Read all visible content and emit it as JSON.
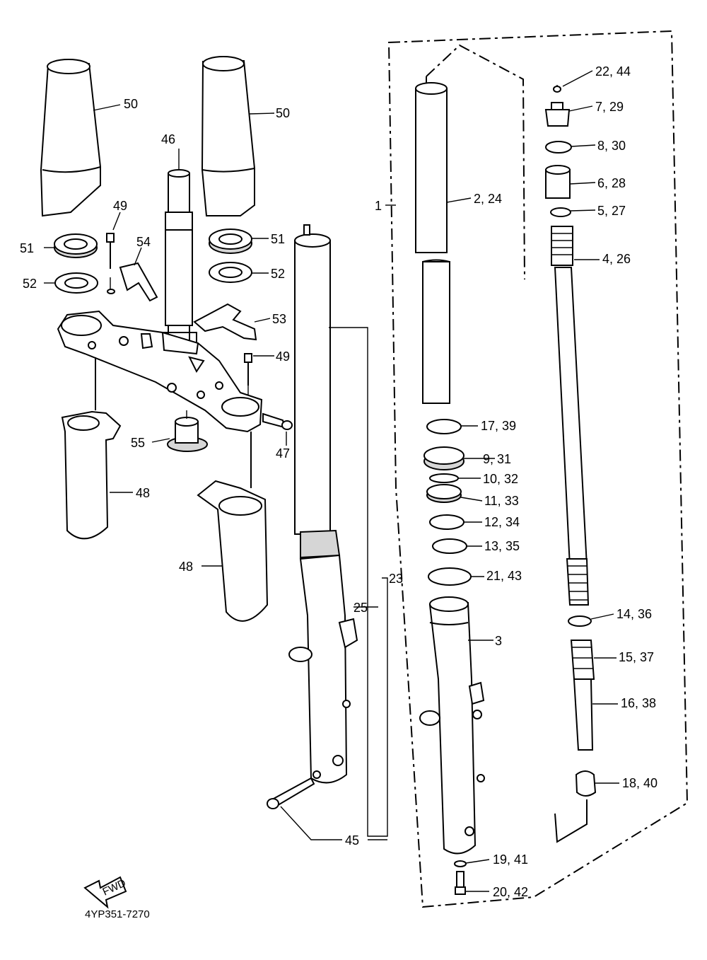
{
  "diagram": {
    "code": "4YP351-7270",
    "fwd_label": "FWD",
    "labels": {
      "l50a": "50",
      "l50b": "50",
      "l46": "46",
      "l49a": "49",
      "l49b": "49",
      "l51a": "51",
      "l51b": "51",
      "l52a": "52",
      "l52b": "52",
      "l53": "53",
      "l54": "54",
      "l55": "55",
      "l47": "47",
      "l48a": "48",
      "l48b": "48",
      "l45": "45",
      "l25": "25",
      "l23": "23",
      "l1": "1",
      "l2_24": "2, 24",
      "l3": "3",
      "l22_44": "22, 44",
      "l7_29": "7, 29",
      "l8_30": "8, 30",
      "l6_28": "6, 28",
      "l5_27": "5, 27",
      "l4_26": "4, 26",
      "l17_39": "17, 39",
      "l9_31": "9, 31",
      "l10_32": "10, 32",
      "l11_33": "11, 33",
      "l12_34": "12, 34",
      "l13_35": "13, 35",
      "l21_43": "21, 43",
      "l14_36": "14, 36",
      "l15_37": "15, 37",
      "l16_38": "16, 38",
      "l18_40": "18, 40",
      "l19_41": "19, 41",
      "l20_42": "20, 42"
    }
  }
}
